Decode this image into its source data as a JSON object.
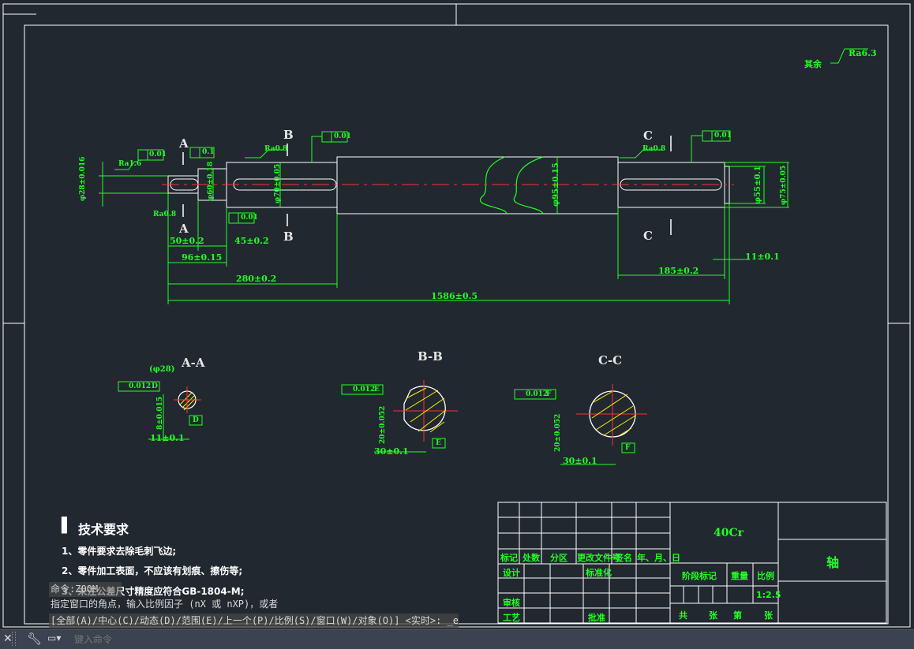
{
  "drawing": {
    "surface_note": "Ra6.3",
    "surface_prefix": "其余",
    "section_labels": [
      "A",
      "A",
      "B",
      "B",
      "C",
      "C"
    ],
    "roughness": [
      "Ra1.6",
      "Ra0.8",
      "Ra0.8",
      "Ra0.8"
    ],
    "tolerances": [
      "0.01",
      "0.1",
      "0.01",
      "0.01",
      "0.01"
    ],
    "dims_horizontal": [
      "50±0.2",
      "45±0.2",
      "96±0.15",
      "280±0.2",
      "1586±0.5",
      "185±0.2",
      "11±0.1"
    ],
    "dims_vertical": [
      "φ28±0.016",
      "φ60±0.18",
      "φ70±0.05",
      "φ95±0.15",
      "φ55±0.1",
      "φ75±0.05"
    ],
    "section_titles": [
      "A-A",
      "B-B",
      "C-C"
    ],
    "section_aa": {
      "dia": "(φ28)",
      "tol": "0.012",
      "ref": "D",
      "dim1": "8±0.015",
      "dim2": "11±0.1"
    },
    "section_bb": {
      "tol": "0.012",
      "ref": "E",
      "dim1": "20±0.052",
      "dim2": "30±0.1"
    },
    "section_cc": {
      "tol": "0.012",
      "ref": "F",
      "dim1": "20±0.052",
      "dim2": "30±0.1"
    }
  },
  "tech_requirements": {
    "title": "技术要求",
    "items": [
      "1、零件要求去除毛刺飞边;",
      "2、零件加工表面，不应该有划痕、擦伤等;",
      "3、未注公差尺寸精度应符合GB-1804-M;"
    ]
  },
  "title_block": {
    "material": "40Cr",
    "part_name": "轴",
    "headers": [
      "标记",
      "处数",
      "分区",
      "更改文件号",
      "签名",
      "年、月、日"
    ],
    "roles": [
      "设计",
      "标准化",
      "审核",
      "工艺",
      "批准"
    ],
    "stage_label": "阶段标记",
    "weight_label": "重量",
    "scale_label": "比例",
    "scale_value": "1:2.5",
    "sheet_labels": [
      "共",
      "张",
      "第",
      "张"
    ]
  },
  "command": {
    "history": [
      "命令:ZOOM",
      "指定窗口的角点，输入比例因子 (nX 或 nXP)，或者",
      "[全部(A)/中心(C)/动态(D)/范围(E)/上一个(P)/比例(S)/窗口(W)/对象(O)] <实时>: _e"
    ],
    "placeholder": "键入命令"
  },
  "colors": {
    "background": "#212830",
    "frame": "#ffffff",
    "green": "#22ff22",
    "center": "#ff3030",
    "hatch": "#ffee00"
  }
}
